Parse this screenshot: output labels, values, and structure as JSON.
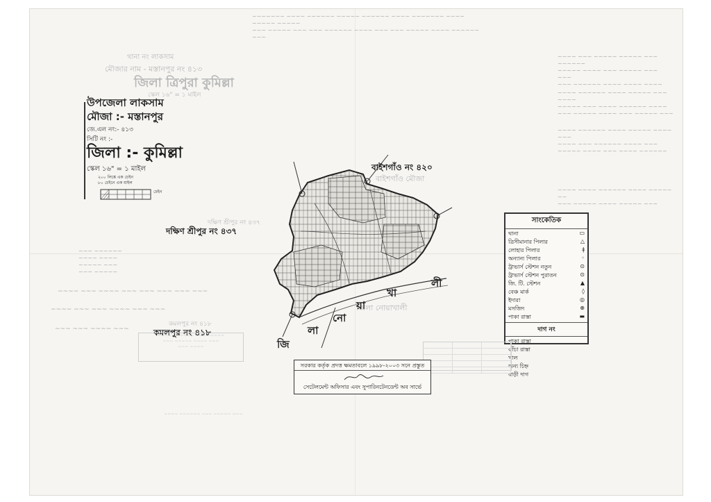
{
  "header": {
    "upazila": "উপজেলা লাকসাম",
    "mouza": "মৌজা :- মস্তানপুর",
    "jl_no": "জে.এল নং:- ৪১৩",
    "sheet_no": "সিটি নং :-",
    "district": "জিলা :- কুমিল্লা",
    "scale": "স্কেল ১৬\" = ১ মাইল",
    "scale_note1": "২০০ লিঙ্কে এক চেইন",
    "scale_note2": "৮০ চেইনে এক মাইল",
    "scale_unit": "চেইন"
  },
  "faint_header": {
    "line1": "থানা নং লাকসাম",
    "line2": "মৌজার নাম - মস্তানপুর নং ৪১৩",
    "line3": "জিলা ত্রিপুরা কুমিল্লা",
    "line4": "স্কেল ১৬\" = ১ মাইল"
  },
  "villages": {
    "north": "বাইশগাঁও নং ৪২০",
    "north_faint": "বাইশগাঁও মৌজা",
    "west": "দক্ষিণ শ্রীপুর নং ৪৩৭",
    "west_faint": "দক্ষিণ শ্রীপুর নং ৪৩৭",
    "south": "কমলপুর নং ৪১৮",
    "south_faint": "কমলপুর নং ৪১৮",
    "district_border": "জিলা নোয়াখালী"
  },
  "district_letters": [
    "জি",
    "লা",
    "নো",
    "য়া",
    "খা",
    "লী"
  ],
  "legend": {
    "title": "সাংকেতিক",
    "items": [
      {
        "label": "থানা",
        "symbol": "▭"
      },
      {
        "label": "ত্রিসীমানার পিলার",
        "symbol": "△"
      },
      {
        "label": "লোহার পিলার",
        "symbol": "ǂ"
      },
      {
        "label": "অন্যান্য পিলার",
        "symbol": "◦"
      },
      {
        "label": "ট্রাভার্স স্টেশন নতুন",
        "symbol": "⊙"
      },
      {
        "label": "ট্রাভার্স স্টেশন পুরাতন",
        "symbol": "⊙"
      },
      {
        "label": "জি. টি. স্টেশন",
        "symbol": "▲"
      },
      {
        "label": "বেঞ্চ মার্ক",
        "symbol": "◊"
      },
      {
        "label": "ইদারা",
        "symbol": "◎"
      },
      {
        "label": "মসজিদ",
        "symbol": "⊕"
      },
      {
        "label": "পাকা রাস্তা",
        "symbol": "▬"
      }
    ],
    "dag_title": "দাগ নং",
    "dag_items": [
      "পাকা রাস্তা",
      "কাঁচা রাস্তা",
      "খাল",
      "অন্য চিহ্ন",
      "বাড়ী দাগ"
    ]
  },
  "certificate": {
    "top": "সরকার কর্তৃক প্রদত্ত ক্ষমতাবলে ১৯৯৮-২০০৩ সনে প্রস্তুত",
    "bottom": "সেটেলমেন্ট অফিসার এবং সুপারিনটেনডেন্ট অব সার্ভে"
  },
  "colors": {
    "ink": "#1b1b1b",
    "paper": "#f6f5f2",
    "faint": "#b8b8b8"
  }
}
